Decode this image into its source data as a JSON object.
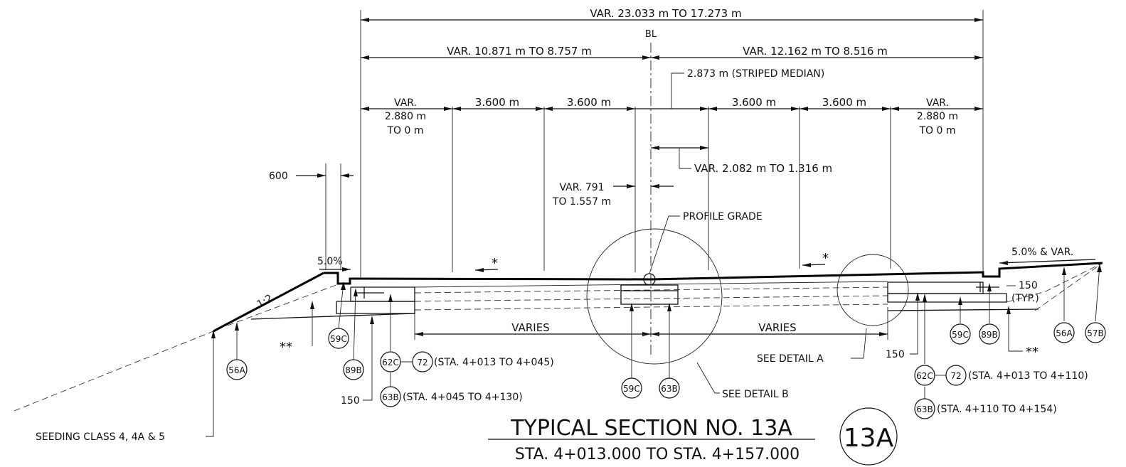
{
  "dims": {
    "overall": "VAR. 23.033 m TO 17.273 m",
    "left_half": "VAR. 10.871 m TO 8.757 m",
    "right_half": "VAR. 12.162 m TO 8.516 m",
    "striped_median": "2.873 m (STRIPED MEDIAN)",
    "lane_left_1": "3.600 m",
    "lane_left_2": "3.600 m",
    "lane_right_1": "3.600 m",
    "lane_right_2": "3.600 m",
    "shoulder_var": "VAR.",
    "shoulder_width": "2.880 m",
    "shoulder_to": "TO 0 m",
    "offset_right": "VAR. 2.082 m TO 1.316 m",
    "offset_left_a": "VAR. 791",
    "offset_left_b": "TO 1.557 m",
    "six_hundred": "600",
    "one_fifty_typ_a": "150",
    "one_fifty_typ_b": "(TYP.)",
    "one_fifty": "150",
    "varies": "VARIES"
  },
  "labels": {
    "baseline": "BL",
    "profile_grade": "PROFILE GRADE",
    "slope_left": "5.0%",
    "slope_right": "5.0% & VAR.",
    "side_slope": "1:2",
    "star": "*",
    "double_star": "**",
    "see_detail_a": "SEE DETAIL A",
    "see_detail_b": "SEE DETAIL B",
    "seeding": "SEEDING CLASS 4, 4A & 5"
  },
  "callouts": {
    "c59c": "59C",
    "c89b": "89B",
    "c56a": "56A",
    "c57b": "57B",
    "c62c": "62C",
    "c72": "72",
    "c63b": "63B"
  },
  "stations": {
    "left_72": "(STA. 4+013 TO 4+045)",
    "left_63b": "(STA. 4+045 TO 4+130)",
    "right_72": "(STA. 4+013 TO 4+110)",
    "right_63b": "(STA. 4+110 TO 4+154)"
  },
  "title": {
    "main": "TYPICAL SECTION NO. 13A",
    "sub": "STA. 4+013.000 TO STA. 4+157.000",
    "badge": "13A"
  }
}
